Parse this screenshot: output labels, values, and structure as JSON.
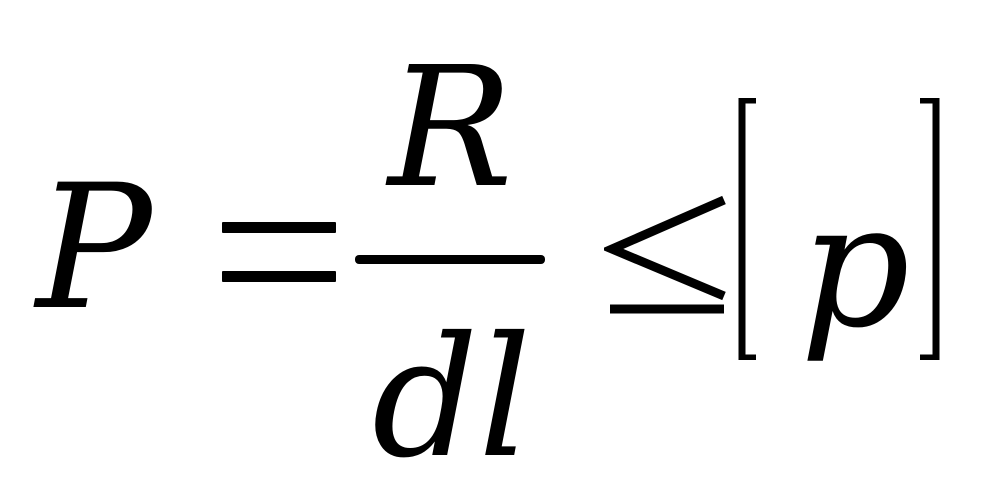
{
  "formula": {
    "lhs": "P",
    "equals": "=",
    "numerator": "R",
    "denominator": "dl",
    "relation": "≤",
    "open_bracket": "[",
    "rhs": "p",
    "close_bracket": "]"
  }
}
